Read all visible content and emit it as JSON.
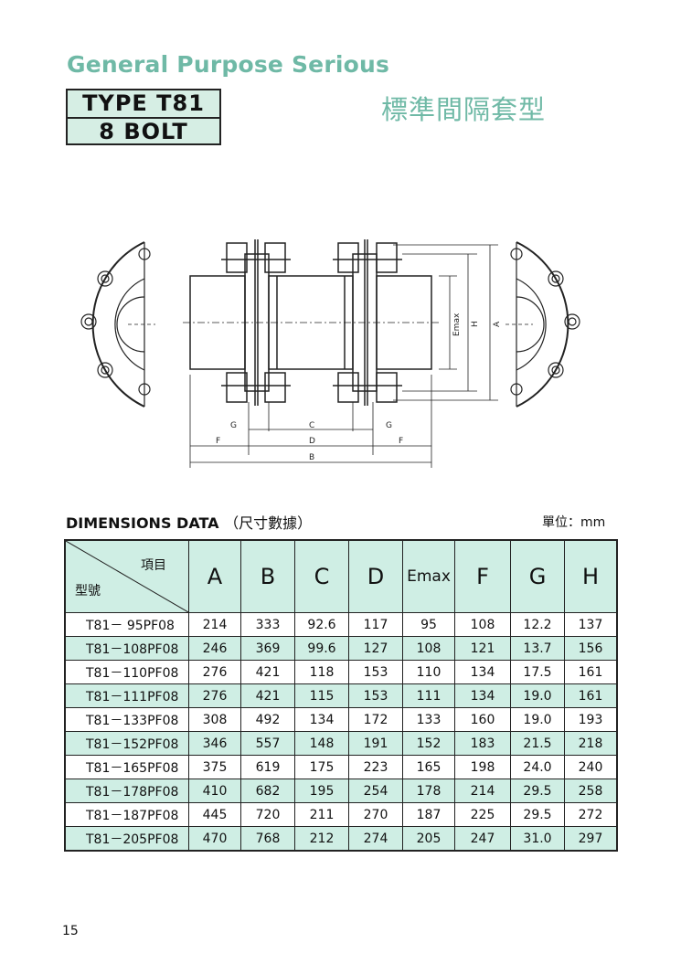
{
  "header": {
    "title_en": "General Purpose Serious",
    "type_line1": "TYPE  T81",
    "type_line2": "8 BOLT",
    "title_zh": "標準間隔套型"
  },
  "drawing": {
    "labels": {
      "g_left": "G",
      "c": "C",
      "g_right": "G",
      "f_left": "F",
      "d": "D",
      "f_right": "F",
      "b": "B",
      "emax": "Emax",
      "h": "H",
      "a": "A"
    },
    "colors": {
      "line": "#222222",
      "fill": "#ffffff"
    }
  },
  "section": {
    "title": "DIMENSIONS DATA",
    "title_zh": "（尺寸數據）",
    "unit": "單位：mm"
  },
  "table": {
    "corner_item": "項目",
    "corner_model": "型號",
    "columns": [
      "A",
      "B",
      "C",
      "D",
      "Emax",
      "F",
      "G",
      "H"
    ],
    "rows": [
      {
        "model": "T81－ 95PF08",
        "values": [
          "214",
          "333",
          "92.6",
          "117",
          "95",
          "108",
          "12.2",
          "137"
        ]
      },
      {
        "model": "T81－108PF08",
        "values": [
          "246",
          "369",
          "99.6",
          "127",
          "108",
          "121",
          "13.7",
          "156"
        ]
      },
      {
        "model": "T81－110PF08",
        "values": [
          "276",
          "421",
          "118",
          "153",
          "110",
          "134",
          "17.5",
          "161"
        ]
      },
      {
        "model": "T81－111PF08",
        "values": [
          "276",
          "421",
          "115",
          "153",
          "111",
          "134",
          "19.0",
          "161"
        ]
      },
      {
        "model": "T81－133PF08",
        "values": [
          "308",
          "492",
          "134",
          "172",
          "133",
          "160",
          "19.0",
          "193"
        ]
      },
      {
        "model": "T81－152PF08",
        "values": [
          "346",
          "557",
          "148",
          "191",
          "152",
          "183",
          "21.5",
          "218"
        ]
      },
      {
        "model": "T81－165PF08",
        "values": [
          "375",
          "619",
          "175",
          "223",
          "165",
          "198",
          "24.0",
          "240"
        ]
      },
      {
        "model": "T81－178PF08",
        "values": [
          "410",
          "682",
          "195",
          "254",
          "178",
          "214",
          "29.5",
          "258"
        ]
      },
      {
        "model": "T81－187PF08",
        "values": [
          "445",
          "720",
          "211",
          "270",
          "187",
          "225",
          "29.5",
          "272"
        ]
      },
      {
        "model": "T81－205PF08",
        "values": [
          "470",
          "768",
          "212",
          "274",
          "205",
          "247",
          "31.0",
          "297"
        ]
      }
    ]
  },
  "footer": {
    "page_number": "15"
  }
}
